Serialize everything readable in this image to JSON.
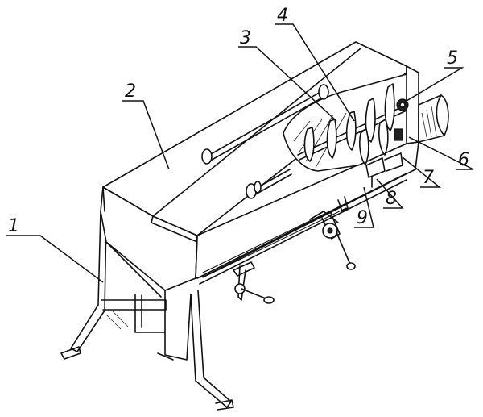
{
  "callouts": [
    {
      "id": "c1",
      "label": "1"
    },
    {
      "id": "c2",
      "label": "2"
    },
    {
      "id": "c3",
      "label": "3"
    },
    {
      "id": "c4",
      "label": "4"
    },
    {
      "id": "c5",
      "label": "5"
    },
    {
      "id": "c6",
      "label": "6"
    },
    {
      "id": "c7",
      "label": "7"
    },
    {
      "id": "c8",
      "label": "8"
    },
    {
      "id": "c9",
      "label": "9"
    }
  ],
  "colors": {
    "ink": "#111111",
    "paper": "#ffffff"
  }
}
